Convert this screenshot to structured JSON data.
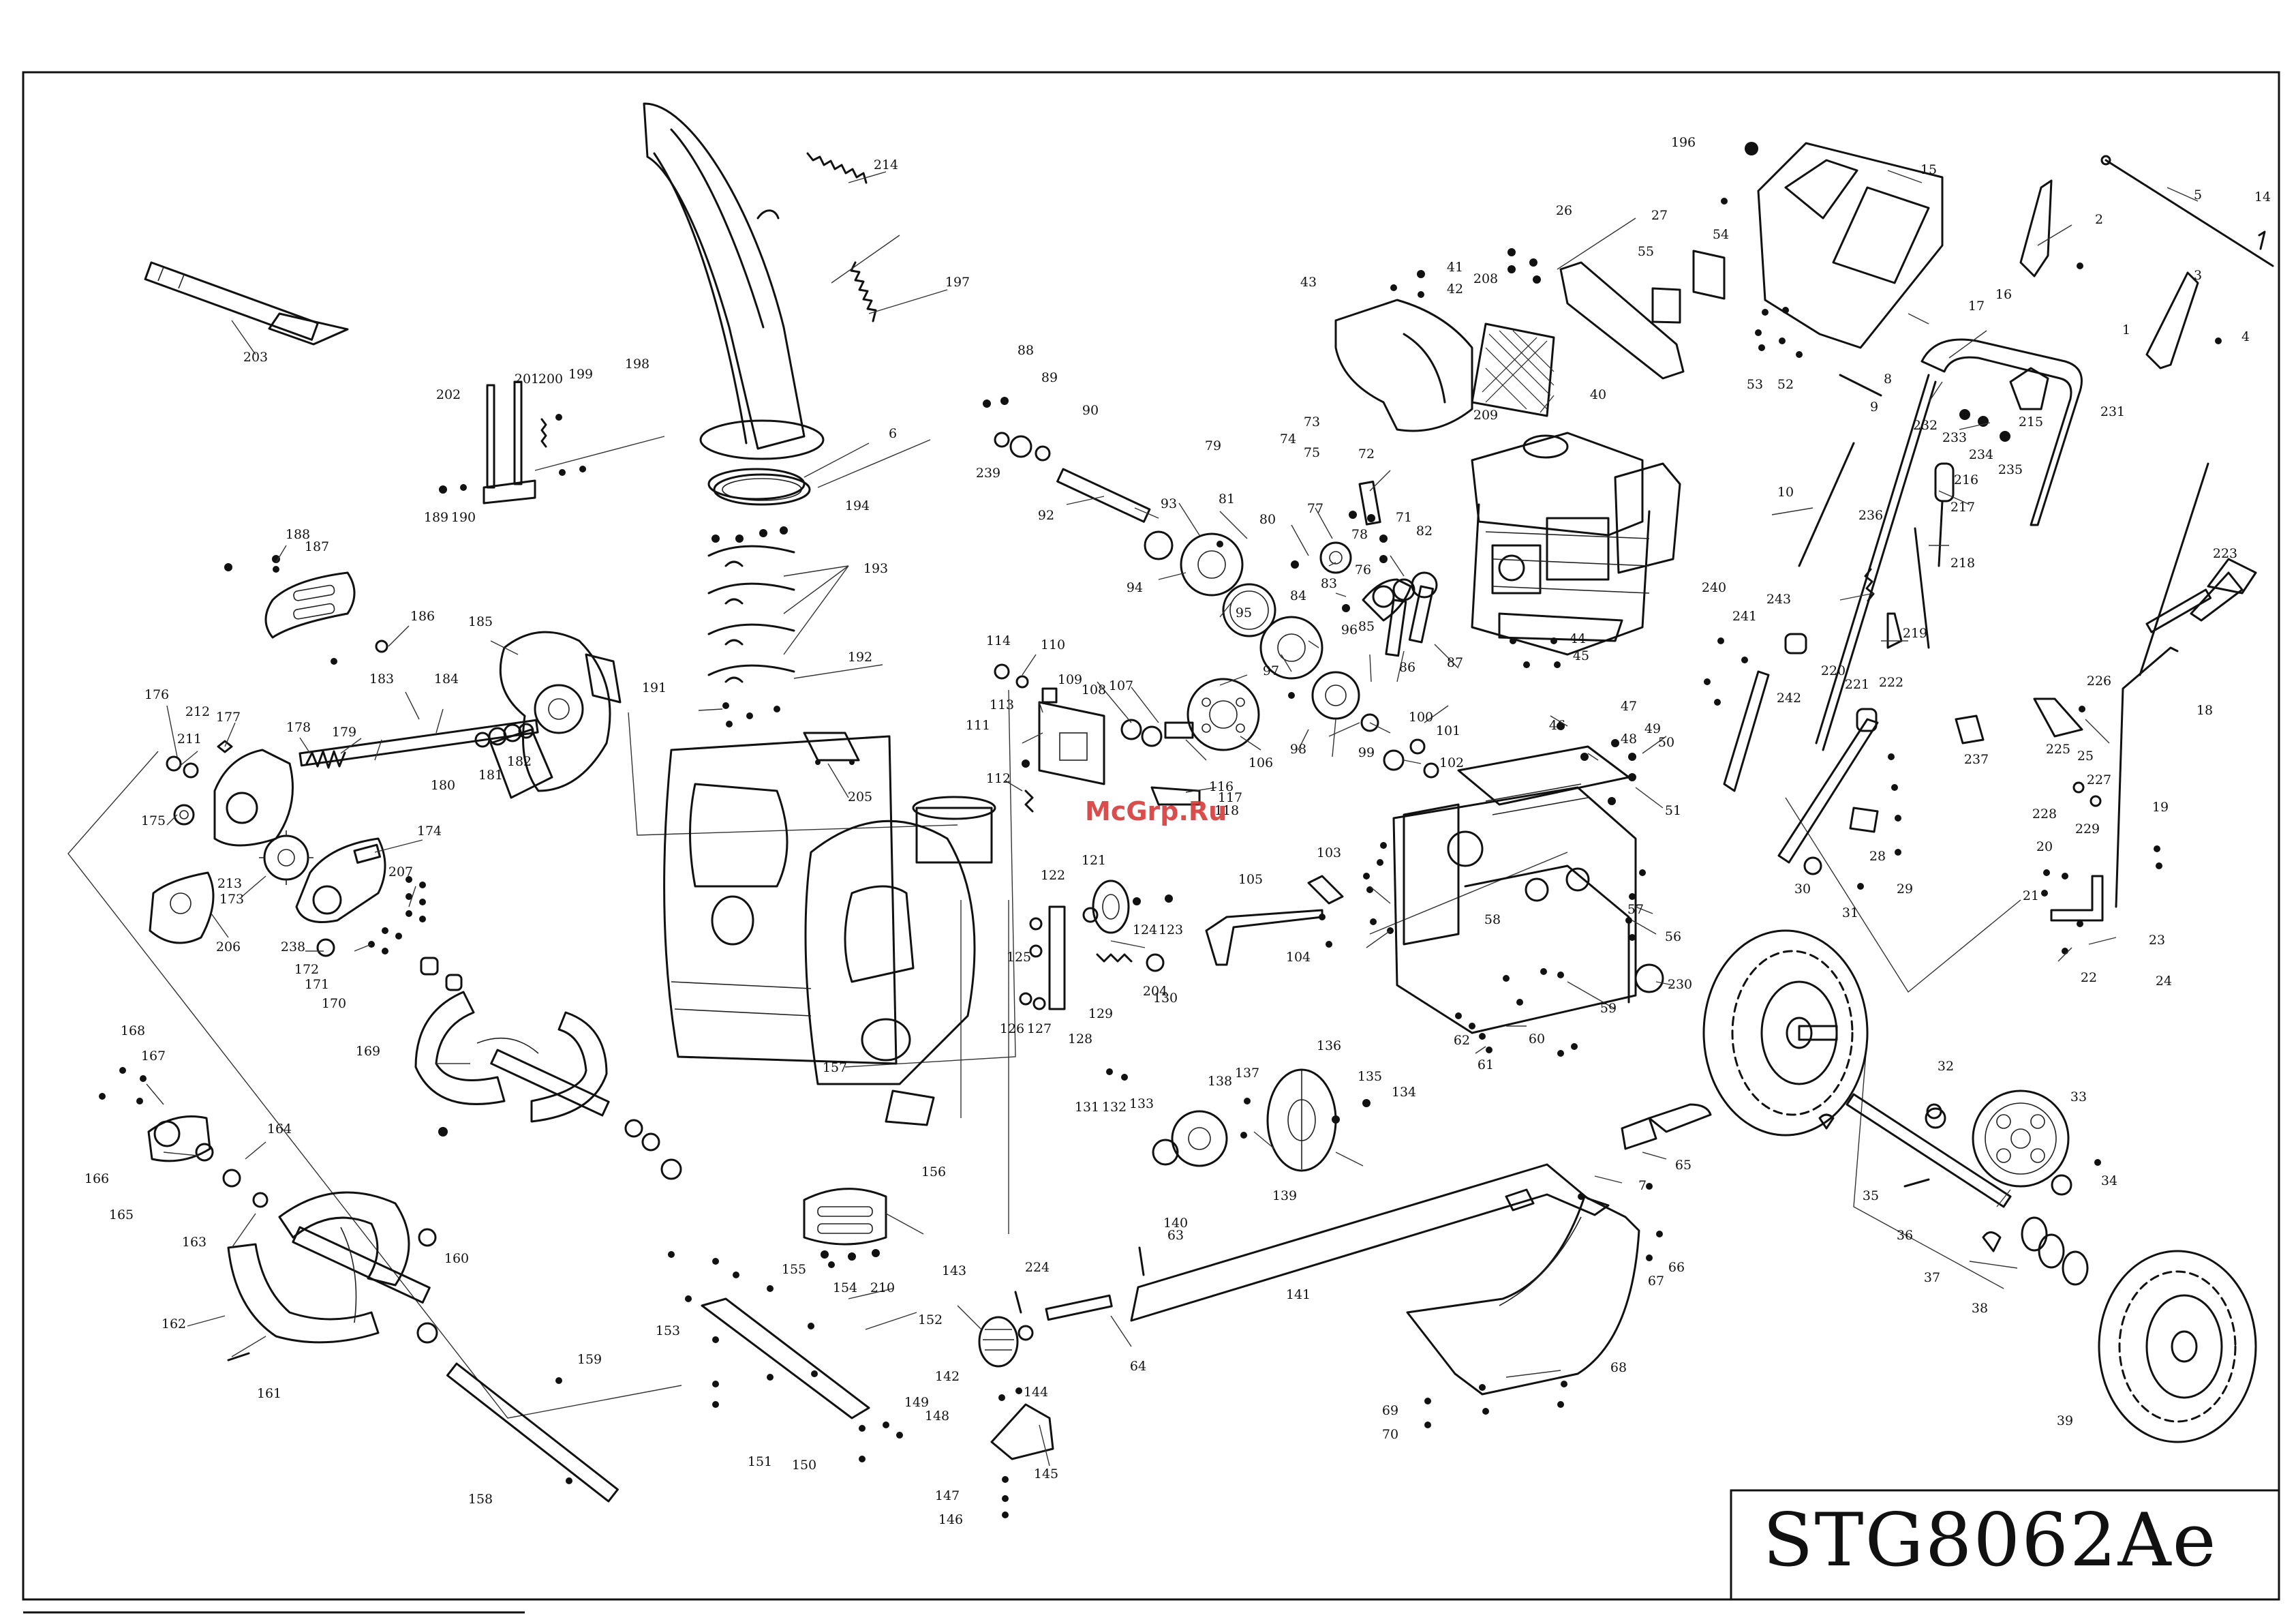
{
  "model": "STG8062Ae",
  "watermark": "McGrp.Ru",
  "callouts": [
    "1",
    "2",
    "3",
    "4",
    "5",
    "6",
    "7",
    "8",
    "9",
    "10",
    "14",
    "15",
    "16",
    "17",
    "18",
    "19",
    "20",
    "21",
    "22",
    "23",
    "24",
    "25",
    "26",
    "27",
    "28",
    "29",
    "30",
    "31",
    "32",
    "33",
    "34",
    "35",
    "36",
    "37",
    "38",
    "39",
    "40",
    "41",
    "42",
    "43",
    "44",
    "45",
    "46",
    "47",
    "48",
    "49",
    "50",
    "51",
    "52",
    "53",
    "54",
    "55",
    "56",
    "57",
    "58",
    "59",
    "60",
    "61",
    "62",
    "63",
    "64",
    "65",
    "66",
    "67",
    "68",
    "69",
    "70",
    "71",
    "72",
    "73",
    "74",
    "75",
    "76",
    "77",
    "78",
    "79",
    "80",
    "81",
    "82",
    "83",
    "84",
    "85",
    "86",
    "87",
    "88",
    "89",
    "90",
    "92",
    "93",
    "94",
    "95",
    "96",
    "97",
    "98",
    "99",
    "100",
    "101",
    "102",
    "103",
    "104",
    "105",
    "106",
    "107",
    "108",
    "109",
    "110",
    "111",
    "112",
    "113",
    "114",
    "116",
    "117",
    "118",
    "121",
    "122",
    "123",
    "124",
    "125",
    "126",
    "127",
    "128",
    "129",
    "130",
    "131",
    "132",
    "133",
    "134",
    "135",
    "136",
    "137",
    "138",
    "139",
    "140",
    "141",
    "142",
    "143",
    "144",
    "145",
    "146",
    "147",
    "148",
    "149",
    "150",
    "151",
    "152",
    "153",
    "154",
    "155",
    "156",
    "157",
    "158",
    "159",
    "160",
    "161",
    "162",
    "163",
    "164",
    "165",
    "166",
    "167",
    "168",
    "169",
    "170",
    "171",
    "172",
    "173",
    "174",
    "175",
    "176",
    "177",
    "178",
    "179",
    "180",
    "181",
    "182",
    "183",
    "184",
    "185",
    "186",
    "187",
    "188",
    "189",
    "190",
    "191",
    "192",
    "193",
    "194",
    "196",
    "197",
    "198",
    "199",
    "200",
    "201",
    "202",
    "203",
    "204",
    "205",
    "206",
    "207",
    "208",
    "209",
    "210",
    "211",
    "212",
    "213",
    "214",
    "215",
    "216",
    "217",
    "218",
    "219",
    "220",
    "221",
    "222",
    "223",
    "224",
    "225",
    "226",
    "227",
    "228",
    "229",
    "230",
    "231",
    "232",
    "233",
    "234",
    "235",
    "236",
    "237",
    "238",
    "239",
    "240",
    "241",
    "242",
    "243"
  ]
}
